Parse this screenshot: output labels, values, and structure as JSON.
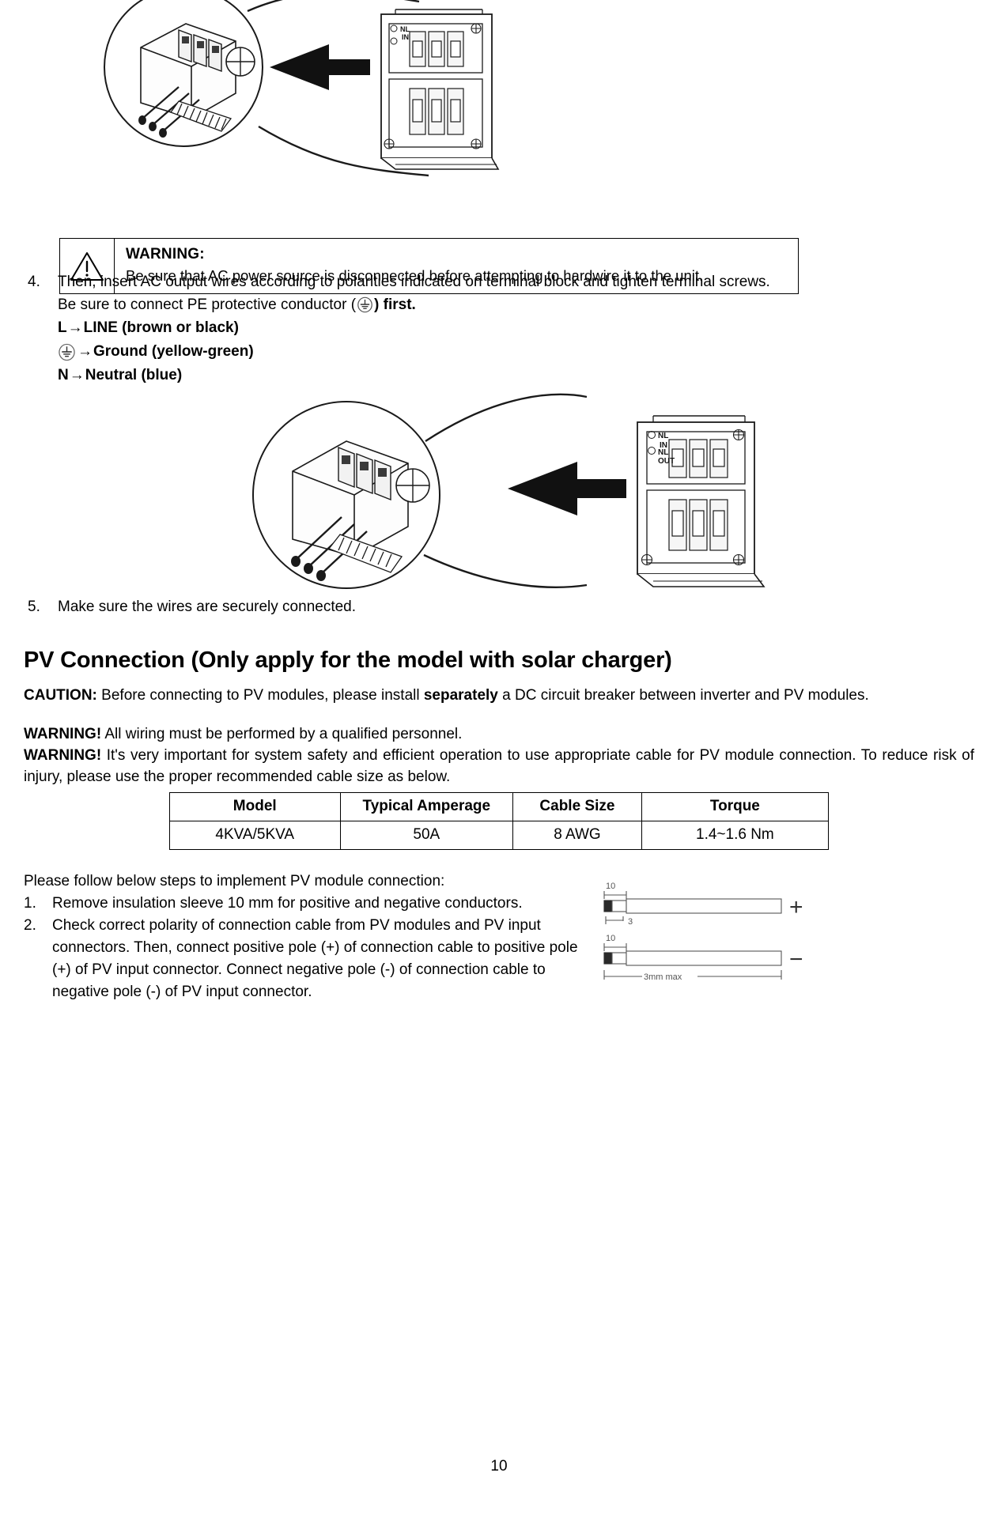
{
  "document": {
    "page_number": "10"
  },
  "warning_box": {
    "icon": "warning-triangle-icon",
    "title": "WARNING:",
    "text": "Be sure that AC power source is disconnected before attempting to hardwire it to the unit."
  },
  "steps": [
    {
      "number": "4.",
      "line1": "Then, insert AC output wires according to polarities indicated on terminal block and tighten terminal screws.",
      "line2_prefix": "Be sure to connect PE protective conductor (",
      "line2_suffix": ") first.",
      "bold_lines": [
        {
          "lead": "L",
          "arrow": "→",
          "text": "LINE (brown or black)"
        },
        {
          "lead": "ground-symbol",
          "arrow": "→",
          "text": "Ground (yellow-green)"
        },
        {
          "lead": "N",
          "arrow": "→",
          "text": "Neutral (blue)"
        }
      ]
    },
    {
      "number": "5.",
      "line1": "Make sure the wires are securely connected."
    }
  ],
  "section": {
    "heading": "PV Connection (Only apply for the model with solar charger)",
    "caution": {
      "label": "CAUTION:",
      "text_before": " Before connecting to PV modules, please install ",
      "emphasis": "separately",
      "text_after": " a DC circuit breaker between inverter and PV modules."
    },
    "warnings": [
      {
        "label": "WARNING!",
        "text": " All wiring must be performed by a qualified personnel."
      },
      {
        "label": "WARNING!",
        "text": " It's very important for system safety and efficient operation to use appropriate cable for PV module connection. To reduce risk of injury, please use the proper recommended cable size as below."
      }
    ]
  },
  "table": {
    "headers": [
      "Model",
      "Typical Amperage",
      "Cable Size",
      "Torque"
    ],
    "rows": [
      [
        "4KVA/5KVA",
        "50A",
        "8 AWG",
        "1.4~1.6 Nm"
      ]
    ]
  },
  "procedure": {
    "lead": "Please follow below steps to implement PV module connection:",
    "items": [
      {
        "number": "1.",
        "text": "Remove insulation sleeve 10 mm for positive and negative conductors."
      },
      {
        "number": "2.",
        "text": "Check correct polarity of connection cable from PV modules and PV input connectors. Then, connect positive pole (+) of connection cable to positive pole (+) of PV input connector. Connect negative pole (-) of connection cable to negative pole (-) of PV input connector."
      }
    ]
  },
  "wire_diagram": {
    "top_label": "10",
    "mid_label": "3",
    "bottom_label": "10",
    "max_label": "3mm  max",
    "plus_sign": "+",
    "minus_sign": "−"
  },
  "illustrations": {
    "top": "ac-output-terminal-block-diagram",
    "bottom": "ac-output-wires-inserted-diagram"
  },
  "colors": {
    "ink": "#000000",
    "paper": "#ffffff",
    "line_gray": "#6f6f6f"
  }
}
